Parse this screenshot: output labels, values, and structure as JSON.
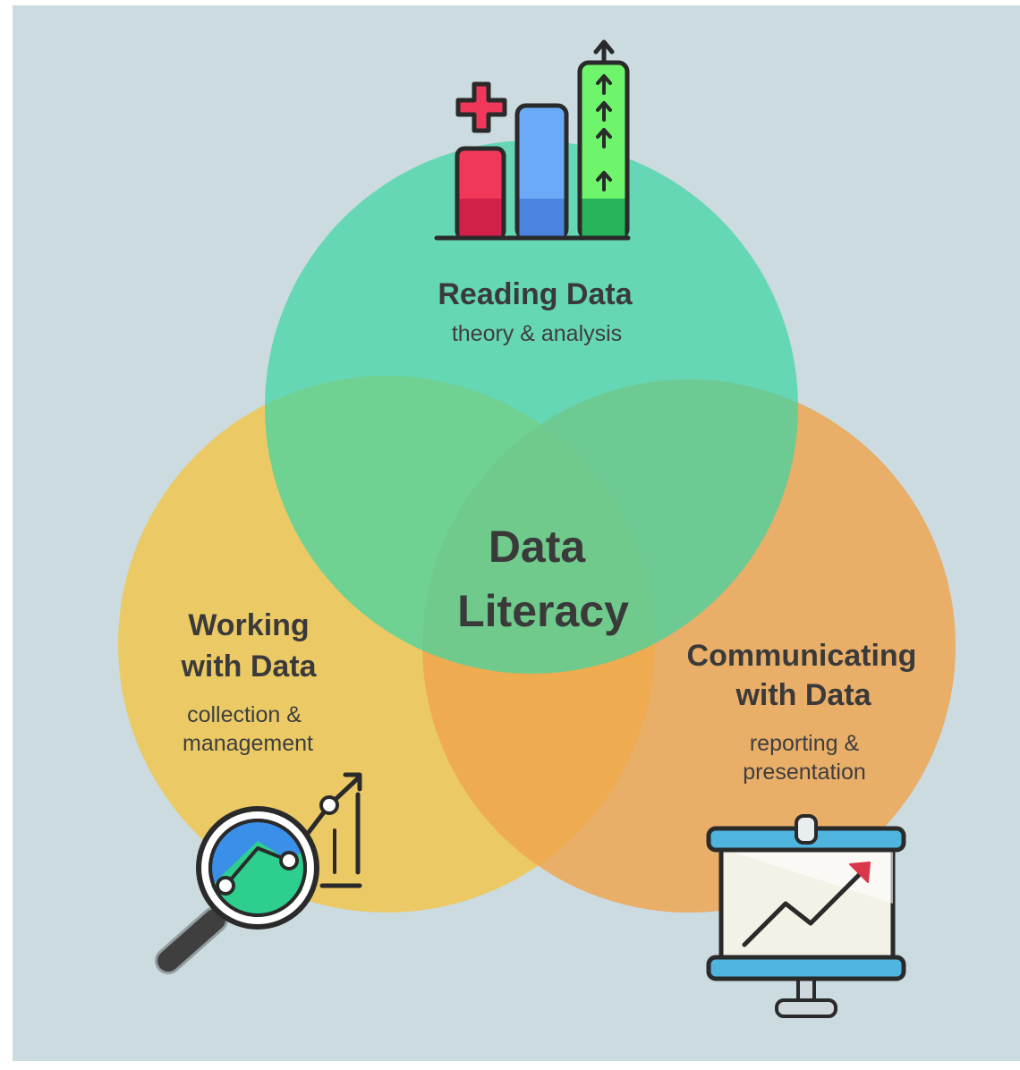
{
  "colors": {
    "background": "#cbdbe0",
    "reading": "#3fd6a3",
    "working": "#f2c649",
    "communicating": "#f0a24a",
    "text": "#3a3a3a"
  },
  "diagram": {
    "center": {
      "line1": "Data",
      "line2": "Literacy"
    },
    "reading": {
      "title": "Reading Data",
      "subtitle": "theory & analysis",
      "icon": "bar-chart-growth-icon"
    },
    "working": {
      "title_line1": "Working",
      "title_line2": "with Data",
      "subtitle_line1": "collection &",
      "subtitle_line2": "management",
      "icon": "magnifier-chart-icon"
    },
    "communicating": {
      "title_line1": "Communicating",
      "title_line2": "with Data",
      "subtitle_line1": "reporting &",
      "subtitle_line2": "presentation",
      "icon": "presentation-board-icon"
    }
  }
}
